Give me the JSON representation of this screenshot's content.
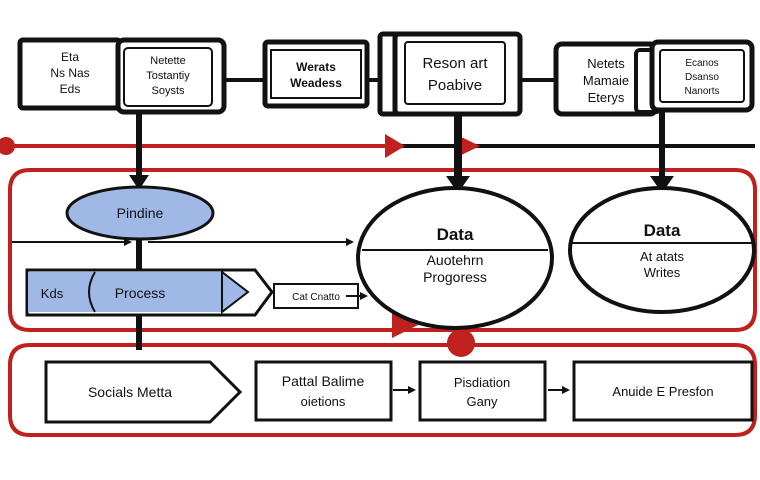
{
  "colors": {
    "ink": "#111111",
    "accent_red": "#c0201e",
    "node_blue": "#9fb8e6",
    "background": "#ffffff"
  },
  "top_boxes": [
    {
      "lines": [
        "Eta",
        "Ns Nas",
        "Eds"
      ]
    },
    {
      "lines": [
        "Netette",
        "Tostantiy",
        "Soysts"
      ]
    },
    {
      "lines": [
        "Werats",
        "Weadess"
      ]
    },
    {
      "lines": [
        "Reson art",
        "Poabive"
      ]
    },
    {
      "lines": [
        "Netets",
        "Mamaie",
        "Eterys"
      ]
    },
    {
      "lines": [
        "Ecanos",
        "Dsanso",
        "Nanorts"
      ]
    }
  ],
  "middle": {
    "pipeline_label": "Pindine",
    "kids_label": "Kds",
    "process_label": "Process",
    "cardinal_label": "Cat Cnatto",
    "data_left": {
      "title": "Data",
      "lines": [
        "Auotehrn",
        "Progoress"
      ]
    },
    "data_right": {
      "title": "Data",
      "lines": [
        "At atats",
        "Writes"
      ]
    }
  },
  "bottom": [
    {
      "lines": [
        "Socials Metta"
      ]
    },
    {
      "lines": [
        "Pattal Balime",
        "oietions"
      ]
    },
    {
      "lines": [
        "Pisdiation",
        "Gany"
      ]
    },
    {
      "lines": [
        "Anuide E Presfon"
      ]
    }
  ]
}
